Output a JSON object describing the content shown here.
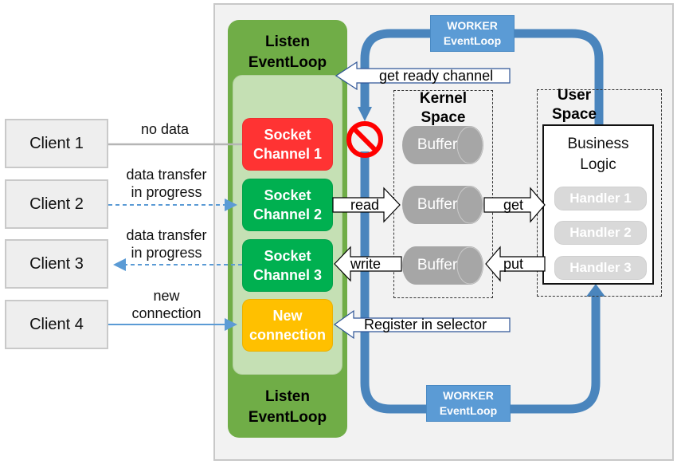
{
  "clients": [
    {
      "label": "Client 1",
      "connection_label": [
        "no data"
      ],
      "connection_style": "solid-gray"
    },
    {
      "label": "Client 2",
      "connection_label": [
        "data transfer",
        "in progress"
      ],
      "connection_style": "dashed-blue-right"
    },
    {
      "label": "Client 3",
      "connection_label": [
        "data transfer",
        "in progress"
      ],
      "connection_style": "dashed-blue-left"
    },
    {
      "label": "Client 4",
      "connection_label": [
        "new",
        "connection"
      ],
      "connection_style": "solid-blue-right"
    }
  ],
  "listen_eventloop": {
    "title_top": [
      "Listen",
      "EventLoop"
    ],
    "title_bottom": [
      "Listen",
      "EventLoop"
    ],
    "color": "#70ad47",
    "inner_color": "#c5e0b4"
  },
  "channels": [
    {
      "label": [
        "Socket",
        "Channel 1"
      ],
      "color": "#ff3333"
    },
    {
      "label": [
        "Socket",
        "Channel 2"
      ],
      "color": "#00b050"
    },
    {
      "label": [
        "Socket",
        "Channel 3"
      ],
      "color": "#00b050"
    },
    {
      "label": [
        "New",
        "connection"
      ],
      "color": "#ffc000"
    }
  ],
  "worker_eventloop": {
    "top": [
      "WORKER",
      "EventLoop"
    ],
    "bottom": [
      "WORKER",
      "EventLoop"
    ],
    "color": "#5b9bd5",
    "loop_color": "#4a85bd"
  },
  "arrows": {
    "get_ready_channel": "get ready channel",
    "read": "read",
    "write": "write",
    "get": "get",
    "put": "put",
    "register": "Register in selector"
  },
  "kernel_space": {
    "title": [
      "Kernel",
      "Space"
    ],
    "buffers": [
      "Buffer",
      "Buffer",
      "Buffer"
    ]
  },
  "user_space": {
    "title": [
      "User",
      "Space"
    ],
    "business_logic": [
      "Business",
      "Logic"
    ],
    "handlers": [
      "Handler 1",
      "Handler 2",
      "Handler 3"
    ]
  },
  "icons": {
    "blocked": "no-entry-icon"
  }
}
